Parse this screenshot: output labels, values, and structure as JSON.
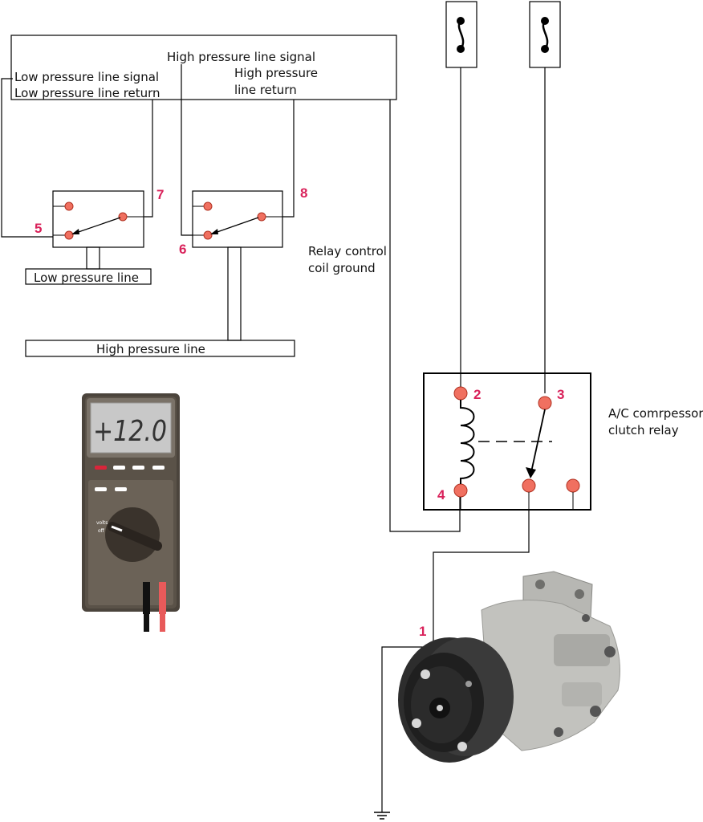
{
  "labels": {
    "low_signal": "Low pressure line signal",
    "low_return": "Low pressure line return",
    "high_signal": "High pressure line signal",
    "high_return_1": "High pressure",
    "high_return_2": "line return",
    "relay_ground_1": "Relay control",
    "relay_ground_2": "coil ground",
    "low_line": "Low pressure line",
    "high_line": "High pressure line",
    "relay_name_1": "A/C comrpessor",
    "relay_name_2": "clutch relay"
  },
  "terminals": {
    "t1": "1",
    "t2": "2",
    "t3": "3",
    "t4": "4",
    "t5": "5",
    "t6": "6",
    "t7": "7",
    "t8": "8"
  },
  "multimeter": {
    "display": "+12.0",
    "dial_label_1": "volts",
    "dial_label_2": "off"
  },
  "colors": {
    "terminal_fill": "#f07060",
    "number_color": "#d9215a",
    "meter_body": "#5a5248",
    "meter_display": "#c8c8c8"
  }
}
